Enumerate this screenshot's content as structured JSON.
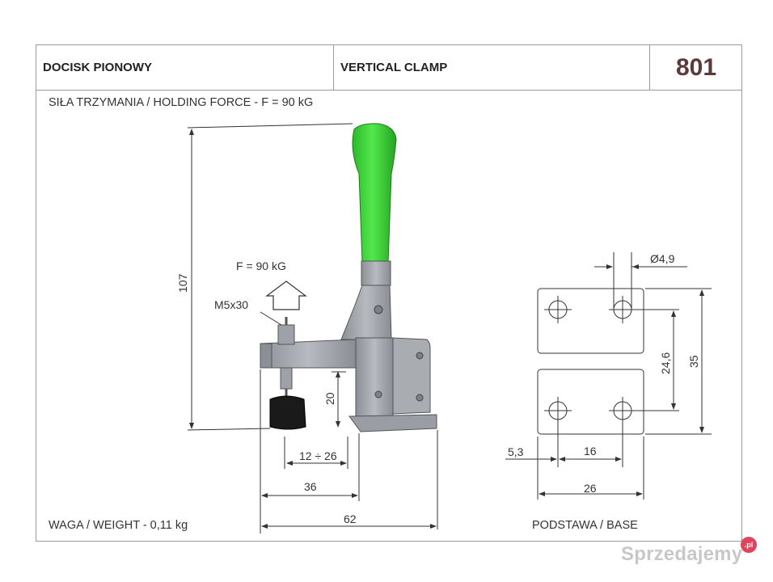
{
  "header": {
    "title_pl": "DOCISK PIONOWY",
    "title_en": "VERTICAL CLAMP",
    "model": "801"
  },
  "specs": {
    "holding_force": "SIŁA TRZYMANIA / HOLDING FORCE - F = 90 kG",
    "weight": "WAGA / WEIGHT - 0,11 kg",
    "base_caption": "PODSTAWA / BASE"
  },
  "dimensions": {
    "height_total": "107",
    "force_label": "F = 90 kG",
    "screw": "M5x30",
    "spindle_height": "20",
    "stroke_range": "12 ÷ 26",
    "reach": "36",
    "length_total": "62",
    "hole_diameter": "Ø4,9",
    "hole_spacing_v": "24,6",
    "base_length": "35",
    "hole_offset": "5,3",
    "hole_spacing_h": "16",
    "base_width": "26"
  },
  "watermark": {
    "text": "Sprzedajemy",
    "badge": ".pl"
  },
  "colors": {
    "handle": "#3ed23a",
    "body": "#a4a7ad",
    "rubber": "#1a1a1a",
    "frame": "#9a9a9a"
  }
}
